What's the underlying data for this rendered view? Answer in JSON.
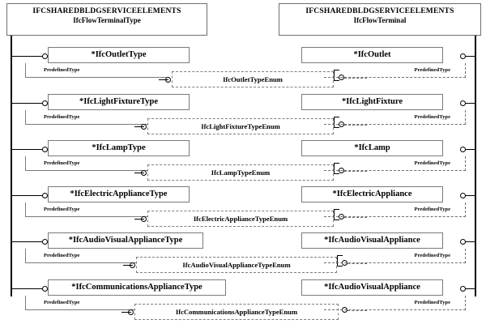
{
  "headers": {
    "left": {
      "package": "IFCSHAREDBLDGSERVICEELEMENTS",
      "entity": "IfcFlowTerminalType"
    },
    "right": {
      "package": "IFCSHAREDBLDGSERVICEELEMENTS",
      "entity": "IfcFlowTerminal"
    }
  },
  "attribute_label": "PredefinedType",
  "rows": [
    {
      "left_entity": "*IfcOutletType",
      "left_attribute": "PredefinedType",
      "enum": "IfcOutletTypeEnum",
      "right_entity": "*IfcOutlet",
      "right_attribute": "PredefinedType"
    },
    {
      "left_entity": "*IfcLightFixtureType",
      "left_attribute": "PredefinedType",
      "enum": "IfcLightFixtureTypeEnum",
      "right_entity": "*IfcLightFixture",
      "right_attribute": "PredefinedType"
    },
    {
      "left_entity": "*IfcLampType",
      "left_attribute": "PredefinedType",
      "enum": "IfcLampTypeEnum",
      "right_entity": "*IfcLamp",
      "right_attribute": "PredefinedType"
    },
    {
      "left_entity": "*IfcElectricApplianceType",
      "left_attribute": "PredefinedType",
      "enum": "IfcElectricApplianceTypeEnum",
      "right_entity": "*IfcElectricAppliance",
      "right_attribute": "PredefinedType"
    },
    {
      "left_entity": "*IfcAudioVisualApplianceType",
      "left_attribute": "PredefinedType",
      "enum": "IfcAudioVisualApplianceTypeEnum",
      "right_entity": "*IfcAudioVisualAppliance",
      "right_attribute": "PredefinedType"
    },
    {
      "left_entity": "*IfcCommunicationsApplianceType",
      "left_attribute": "PredefinedType",
      "enum": "IfcCommunicationsApplianceTypeEnum",
      "right_entity": "*IfcAudioVisualAppliance",
      "right_attribute": "PredefinedType"
    }
  ],
  "colors": {
    "line": "#000000",
    "box_border": "#7a7a7a",
    "dashed_border": "#6e6e6e",
    "background": "#ffffff"
  }
}
